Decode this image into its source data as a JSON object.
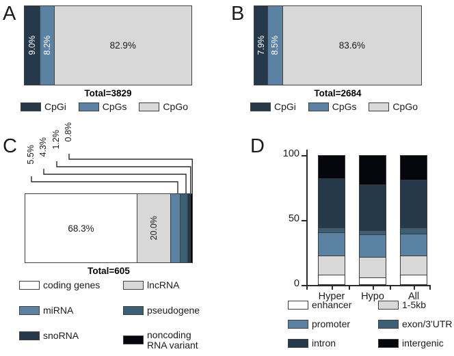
{
  "colors": {
    "cpgi": "#25394a",
    "cpgs": "#5b82a3",
    "cpgo": "#d8d8d8",
    "white": "#ffffff",
    "lncrna": "#d8d8d8",
    "mirna": "#5b82a3",
    "pseudogene": "#3d5f75",
    "snorna": "#25394a",
    "noncoding_variant": "#05070d",
    "enhancer": "#ffffff",
    "kb1_5": "#d8d8d8",
    "promoter": "#5b82a3",
    "exon_3utr": "#3d5f75",
    "intron": "#25394a",
    "intergenic": "#05070d",
    "outline": "#3f3f3f"
  },
  "panelA": {
    "letter": "A",
    "total": "Total=3829",
    "chart_data": {
      "type": "bar",
      "orientation": "horizontal-stacked",
      "title": "",
      "categories": [
        "CpGi",
        "CpGs",
        "CpGo"
      ],
      "values": [
        9.0,
        8.2,
        82.9
      ],
      "labels": [
        "9.0%",
        "8.2%",
        "82.9%"
      ],
      "total": 3829,
      "xlabel": "",
      "ylabel": "",
      "xlim": [
        0,
        100
      ]
    },
    "legend": [
      {
        "label": "CpGi",
        "color_key": "cpgi"
      },
      {
        "label": "CpGs",
        "color_key": "cpgs"
      },
      {
        "label": "CpGo",
        "color_key": "cpgo"
      }
    ]
  },
  "panelB": {
    "letter": "B",
    "total": "Total=2684",
    "chart_data": {
      "type": "bar",
      "orientation": "horizontal-stacked",
      "title": "",
      "categories": [
        "CpGi",
        "CpGs",
        "CpGo"
      ],
      "values": [
        7.9,
        8.5,
        83.6
      ],
      "labels": [
        "7.9%",
        "8.5%",
        "83.6%"
      ],
      "total": 2684,
      "xlabel": "",
      "ylabel": "",
      "xlim": [
        0,
        100
      ]
    },
    "legend": [
      {
        "label": "CpGi",
        "color_key": "cpgi"
      },
      {
        "label": "CpGs",
        "color_key": "cpgs"
      },
      {
        "label": "CpGo",
        "color_key": "cpgo"
      }
    ]
  },
  "panelC": {
    "letter": "C",
    "total": "Total=605",
    "chart_data": {
      "type": "bar",
      "orientation": "horizontal-stacked",
      "title": "",
      "categories": [
        "coding genes",
        "lncRNA",
        "miRNA",
        "pseudogene",
        "snoRNA",
        "noncoding RNA variant"
      ],
      "values": [
        68.3,
        20.0,
        5.5,
        4.3,
        1.2,
        0.8
      ],
      "labels": [
        "68.3%",
        "20.0%",
        "5.5%",
        "4.3%",
        "1.2%",
        "0.8%"
      ],
      "inside_labels": [
        "68.3%",
        "20.0%"
      ],
      "callout_labels": [
        "5.5%",
        "4.3%",
        "1.2%",
        "0.8%"
      ],
      "total": 605,
      "xlabel": "",
      "ylabel": "",
      "xlim": [
        0,
        100
      ]
    },
    "legend": [
      {
        "label": "coding genes",
        "color_key": "white"
      },
      {
        "label": "lncRNA",
        "color_key": "lncrna"
      },
      {
        "label": "miRNA",
        "color_key": "mirna"
      },
      {
        "label": "pseudogene",
        "color_key": "pseudogene"
      },
      {
        "label": "snoRNA",
        "color_key": "snorna"
      },
      {
        "label": "noncoding RNA variant",
        "color_key": "noncoding_variant"
      }
    ]
  },
  "panelD": {
    "letter": "D",
    "chart_data": {
      "type": "bar",
      "orientation": "vertical-stacked",
      "title": "",
      "categories": [
        "Hyper",
        "Hypo",
        "All"
      ],
      "xlabel": "",
      "ylabel": "",
      "ylim": [
        0,
        100
      ],
      "yticks": [
        "0",
        "50",
        "100"
      ],
      "ytick_values": [
        0,
        50,
        100
      ],
      "grid": false,
      "legend_position": "bottom",
      "series": [
        {
          "name": "enhancer",
          "color_key": "enhancer",
          "values": [
            7,
            5,
            7
          ]
        },
        {
          "name": "1-5kb",
          "color_key": "kb1_5",
          "values": [
            15,
            16,
            15
          ]
        },
        {
          "name": "promoter",
          "color_key": "promoter",
          "values": [
            18,
            17,
            17
          ]
        },
        {
          "name": "exon/3'UTR",
          "color_key": "exon_3utr",
          "values": [
            3,
            3,
            4
          ]
        },
        {
          "name": "intron",
          "color_key": "intron",
          "values": [
            39,
            36,
            38
          ]
        },
        {
          "name": "intergenic",
          "color_key": "intergenic",
          "values": [
            18,
            23,
            19
          ]
        }
      ]
    },
    "legend": [
      {
        "label": "enhancer",
        "color_key": "enhancer"
      },
      {
        "label": "1-5kb",
        "color_key": "kb1_5"
      },
      {
        "label": "promoter",
        "color_key": "promoter"
      },
      {
        "label": "exon/3'UTR",
        "color_key": "exon_3utr"
      },
      {
        "label": "intron",
        "color_key": "intron"
      },
      {
        "label": "intergenic",
        "color_key": "intergenic"
      }
    ]
  }
}
